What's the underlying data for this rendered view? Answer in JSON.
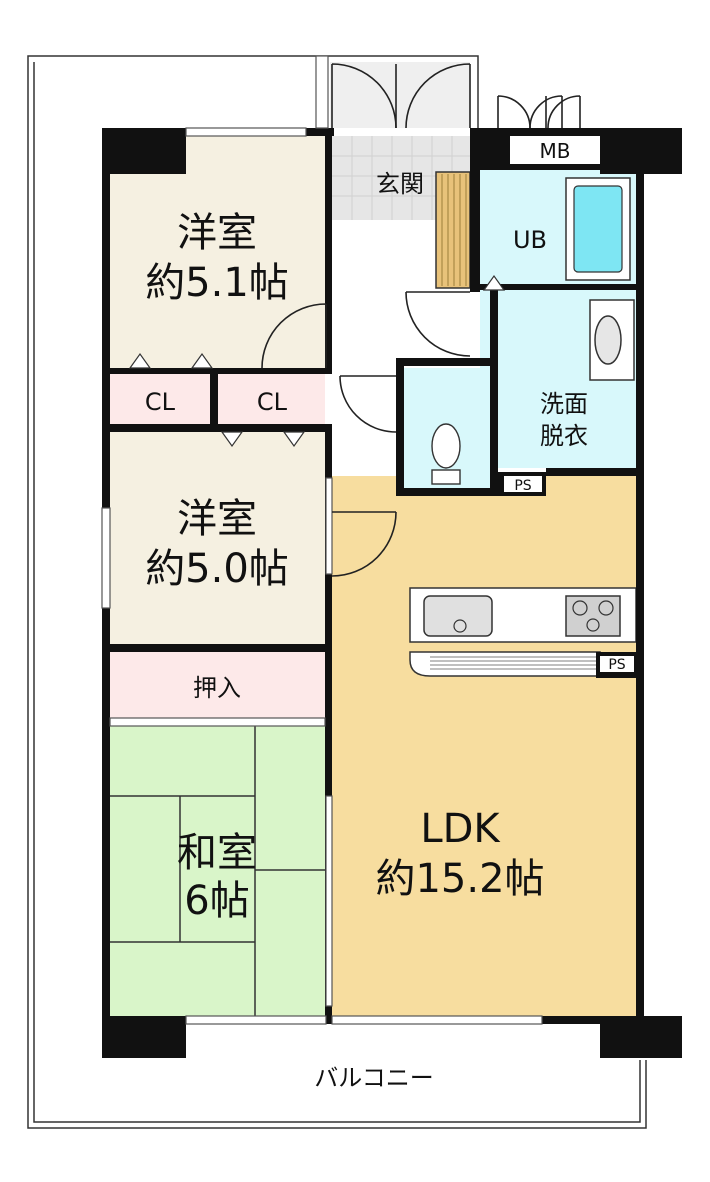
{
  "rooms": {
    "western_room_1": {
      "name": "洋室",
      "size": "約5.1帖",
      "color": "#f5f0e1"
    },
    "western_room_2": {
      "name": "洋室",
      "size": "約5.0帖",
      "color": "#f5f0e1"
    },
    "japanese_room": {
      "name": "和室",
      "size": "6帖",
      "color": "#d9f5c9"
    },
    "ldk": {
      "name": "LDK",
      "size": "約15.2帖",
      "color": "#f7dd9f"
    },
    "entrance": {
      "name": "玄関",
      "color": "#e6e6e6"
    },
    "unit_bath": {
      "name": "UB",
      "color": "#d8f8fb"
    },
    "washroom": {
      "line1": "洗面",
      "line2": "脱衣",
      "color": "#d8f8fb"
    },
    "toilet": {
      "color": "#d8f8fb"
    },
    "closet_1": {
      "name": "CL",
      "color": "#fde9e9"
    },
    "closet_2": {
      "name": "CL",
      "color": "#fde9e9"
    },
    "oshiire": {
      "name": "押入",
      "color": "#fde9e9"
    },
    "meter_box": {
      "name": "MB"
    },
    "pipe_space_1": {
      "name": "PS"
    },
    "pipe_space_2": {
      "name": "PS"
    },
    "balcony": {
      "name": "バルコニー"
    }
  }
}
